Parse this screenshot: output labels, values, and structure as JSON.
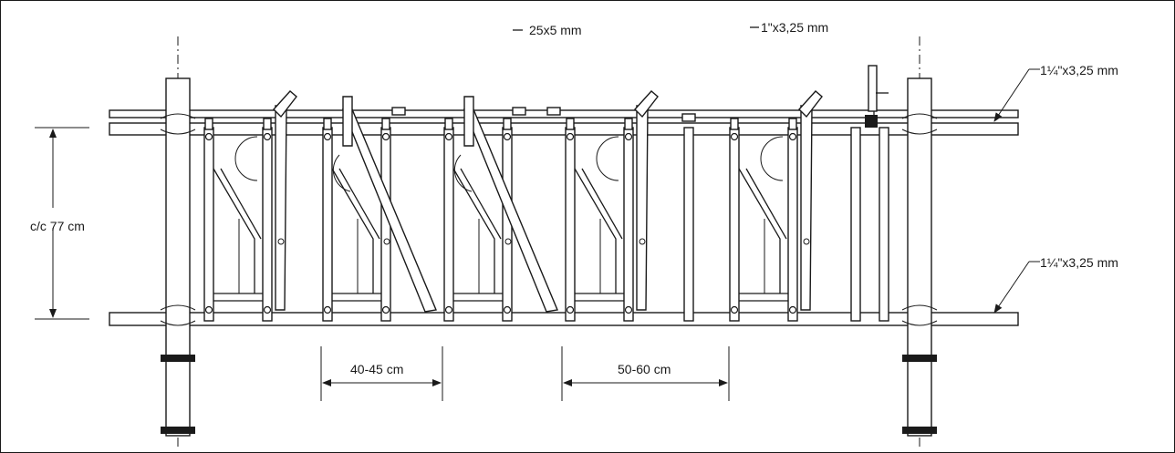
{
  "labels": {
    "flat_bar": "25x5 mm",
    "top_rail_1": "1\"x3,25 mm",
    "upper_pipe": "1¼\"x3,25 mm",
    "lower_pipe": "1¼\"x3,25 mm",
    "center_distance": "c/c 77 cm",
    "spacing_narrow": "40-45 cm",
    "spacing_wide": "50-60 cm"
  },
  "colors": {
    "line": "#1a1a1a",
    "background": "#ffffff"
  }
}
